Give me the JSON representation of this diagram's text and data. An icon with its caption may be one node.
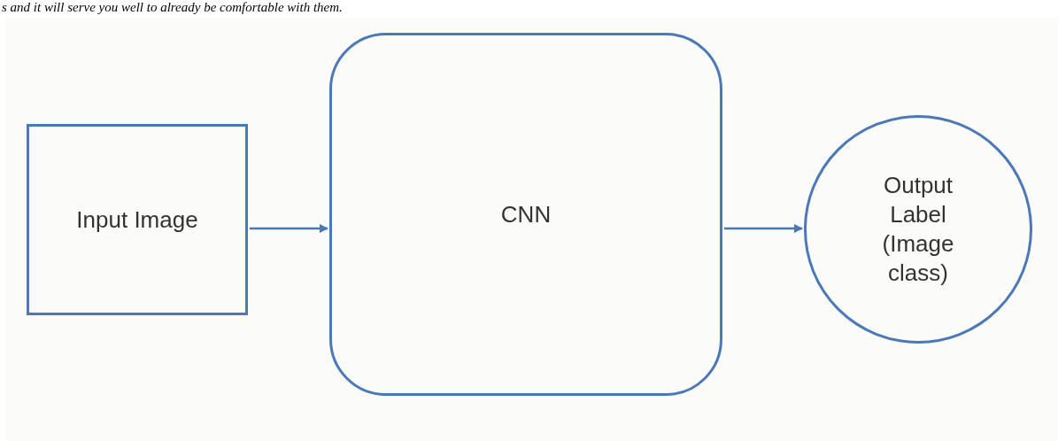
{
  "diagram": {
    "nodes": [
      {
        "text": [
          "Input Image"
        ]
      },
      {
        "text": [
          "CNN"
        ]
      },
      {
        "text": [
          "Output Label (Image class)"
        ]
      }
    ],
    "edges": [
      {
        "from": 0,
        "to": 1,
        "arrow": "to"
      },
      {
        "from": 1,
        "to": 2,
        "arrow": "to"
      }
    ],
    "labels": [
      "s and it will serve you well to already be comfortable with them."
    ]
  }
}
